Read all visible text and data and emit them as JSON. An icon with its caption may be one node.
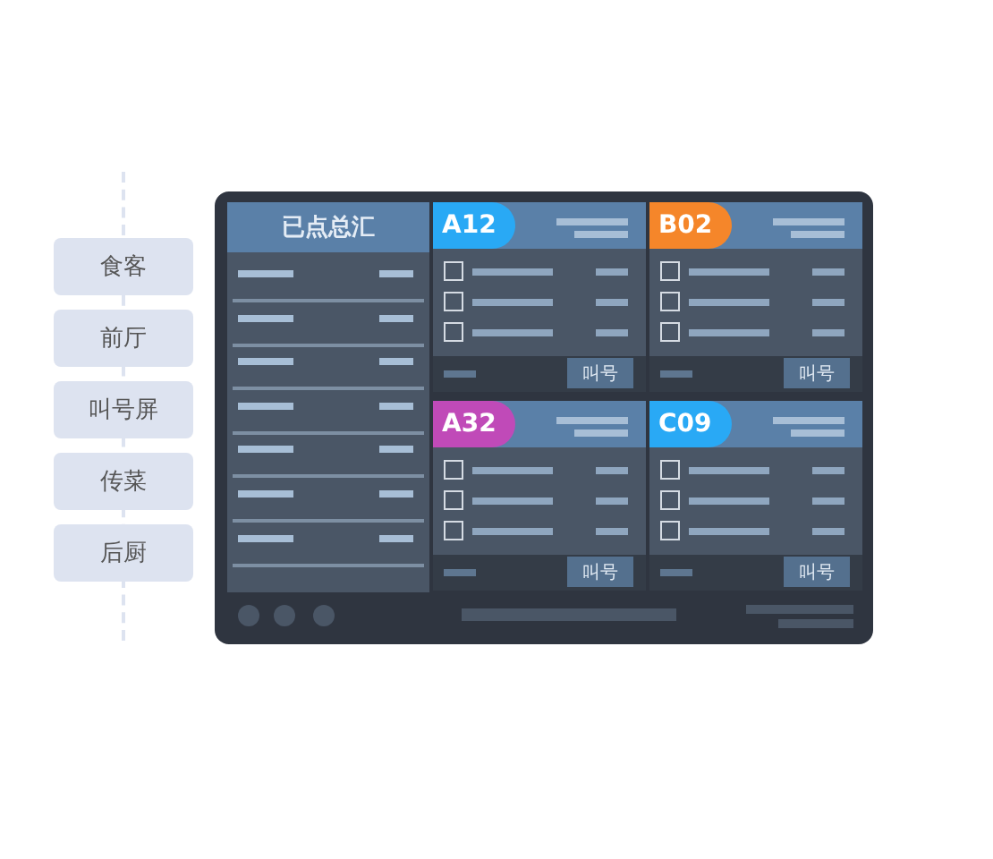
{
  "diagram": {
    "nodes": [
      {
        "text": [
          "食客"
        ]
      },
      {
        "text": [
          "前厅"
        ]
      },
      {
        "text": [
          "叫号屏"
        ]
      },
      {
        "text": [
          "传菜"
        ]
      },
      {
        "text": [
          "后厨"
        ]
      },
      {
        "text": [],
        "shape": "box"
      },
      {
        "text": [
          "已点总汇"
        ],
        "in": 5
      },
      {
        "text": [
          "A12",
          "叫号"
        ],
        "in": 5
      },
      {
        "text": [
          "B02",
          "叫号"
        ],
        "in": 5
      },
      {
        "text": [
          "A32",
          "叫号"
        ],
        "in": 5
      },
      {
        "text": [
          "C09",
          "叫号"
        ],
        "in": 5
      }
    ]
  }
}
